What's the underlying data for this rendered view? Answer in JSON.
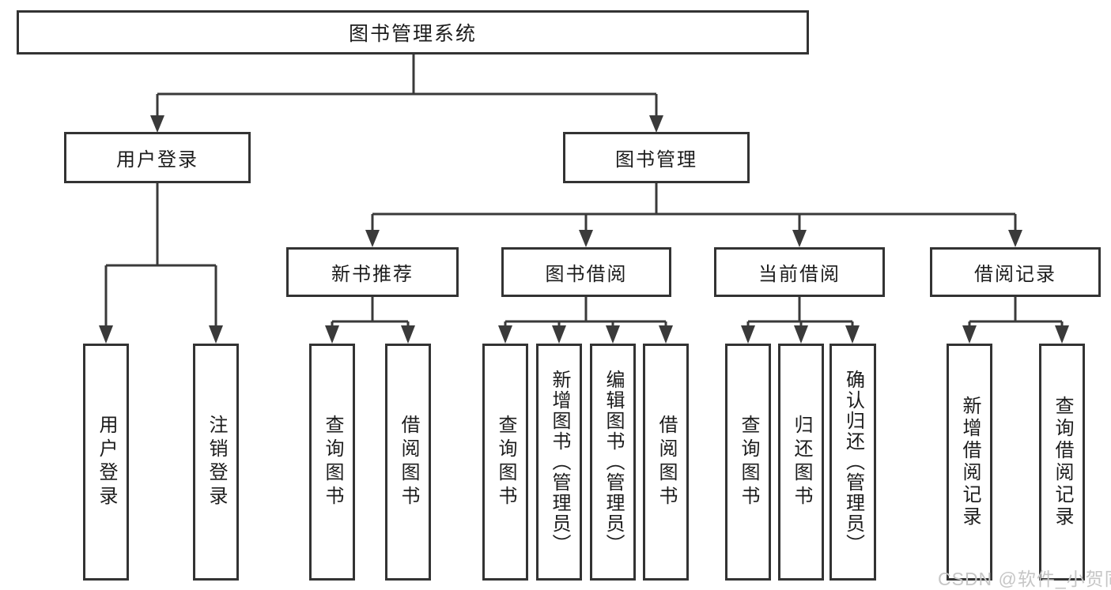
{
  "diagram": {
    "root": {
      "label": "图书管理系统"
    },
    "branches": [
      {
        "label": "用户登录",
        "leaves": [
          {
            "label": "用户登录"
          },
          {
            "label": "注销登录"
          }
        ]
      },
      {
        "label": "图书管理",
        "groups": [
          {
            "label": "新书推荐",
            "leaves": [
              {
                "label": "查询图书"
              },
              {
                "label": "借阅图书"
              }
            ]
          },
          {
            "label": "图书借阅",
            "leaves": [
              {
                "label": "查询图书"
              },
              {
                "label": "新增图书（管理员）"
              },
              {
                "label": "编辑图书（管理员）"
              },
              {
                "label": "借阅图书"
              }
            ]
          },
          {
            "label": "当前借阅",
            "leaves": [
              {
                "label": "查询图书"
              },
              {
                "label": "归还图书"
              },
              {
                "label": "确认归还（管理员）"
              }
            ]
          },
          {
            "label": "借阅记录",
            "leaves": [
              {
                "label": "新增借阅记录"
              },
              {
                "label": "查询借阅记录"
              }
            ]
          }
        ]
      }
    ]
  },
  "watermark": "CSDN @软件_小贺同学",
  "colors": {
    "line": "#3a3a3a",
    "border": "#333333",
    "text": "#1c1c1c",
    "watermark": "#c6c6c6",
    "background": "#ffffff"
  }
}
